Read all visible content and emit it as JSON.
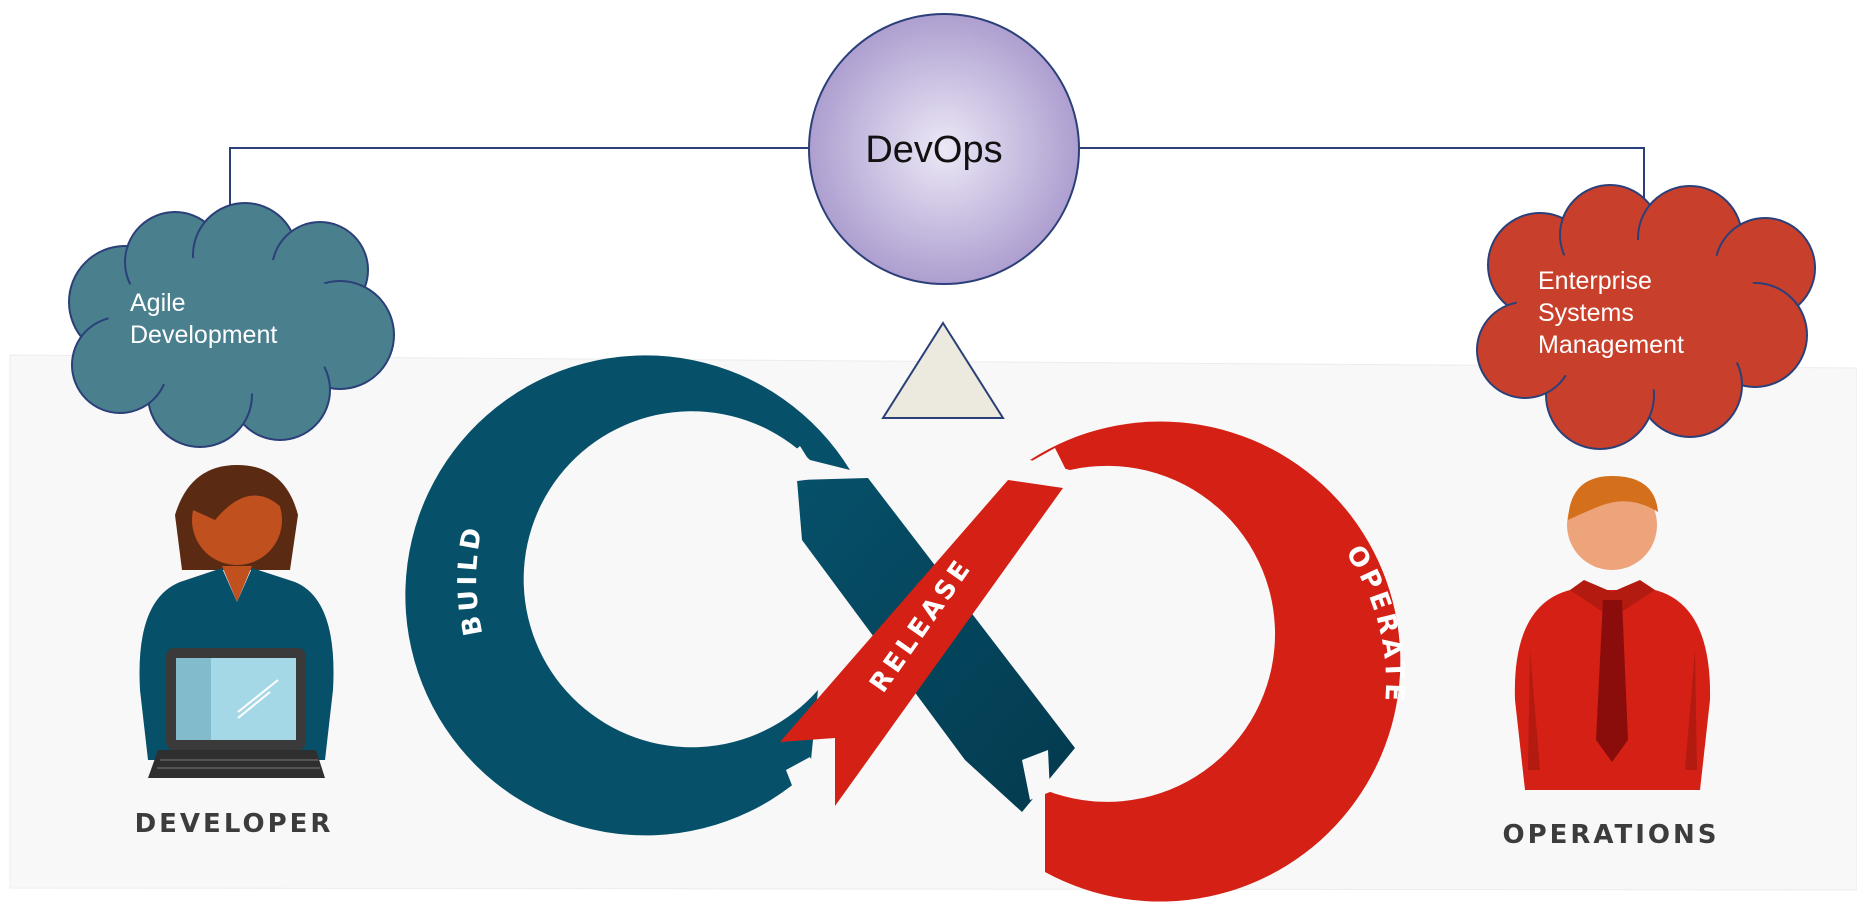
{
  "hub": {
    "label": "DevOps",
    "colors": {
      "fill_center": "#e9e4f4",
      "fill_edge": "#a899cc",
      "stroke": "#2b3f78"
    }
  },
  "clouds": {
    "left": {
      "lines": [
        "Agile",
        "Development"
      ],
      "color": "#4a7f8e"
    },
    "right": {
      "lines": [
        "Enterprise",
        "Systems",
        "Management"
      ],
      "color": "#c8402b"
    }
  },
  "loop": {
    "segments": [
      "BUILD",
      "RELEASE",
      "OPERATE"
    ],
    "colors": {
      "build": "#06506a",
      "release": "#d42015",
      "operate": "#d42015"
    }
  },
  "roles": {
    "developer": {
      "label": "DEVELOPER",
      "icon": "developer-with-laptop-icon"
    },
    "operations": {
      "label": "OPERATIONS",
      "icon": "operations-person-with-tie-icon"
    }
  },
  "panel": {
    "background": "#f8f8f8"
  },
  "connector": {
    "color": "#2b3f78"
  },
  "triangle": {
    "fill": "#ece9df",
    "stroke": "#2b3f78"
  }
}
